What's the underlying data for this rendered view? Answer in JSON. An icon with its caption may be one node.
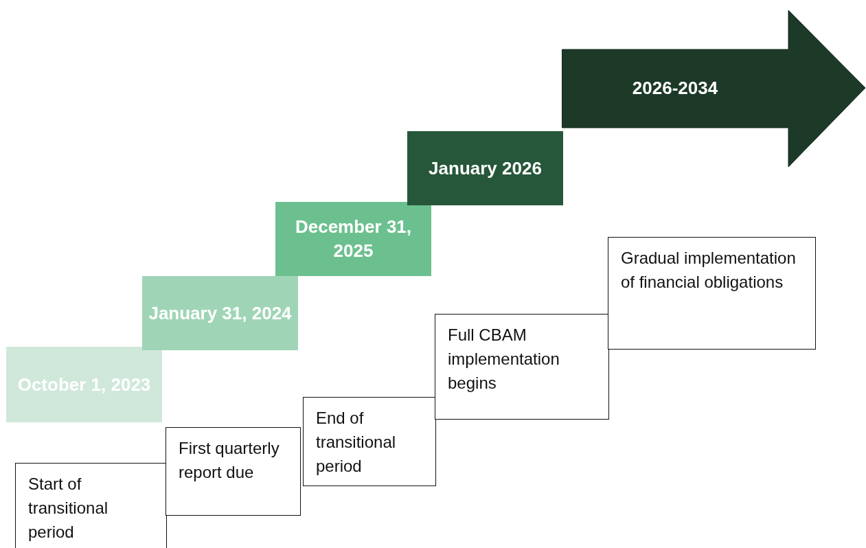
{
  "diagram": {
    "nodes": [
      {
        "text": [
          "October 1, 2023"
        ]
      },
      {
        "text": [
          "January 31, 2024"
        ]
      },
      {
        "text": [
          "December 31, 2025"
        ]
      },
      {
        "text": [
          "January 2026"
        ]
      },
      {
        "text": [
          "2026-2034"
        ]
      },
      {
        "text": [
          "Start of transitional period"
        ]
      },
      {
        "text": [
          "First quarterly report due"
        ]
      },
      {
        "text": [
          "End of transitional period"
        ]
      },
      {
        "text": [
          "Full CBAM implementation begins"
        ]
      },
      {
        "text": [
          "Gradual implementation of financial obligations"
        ]
      }
    ]
  }
}
